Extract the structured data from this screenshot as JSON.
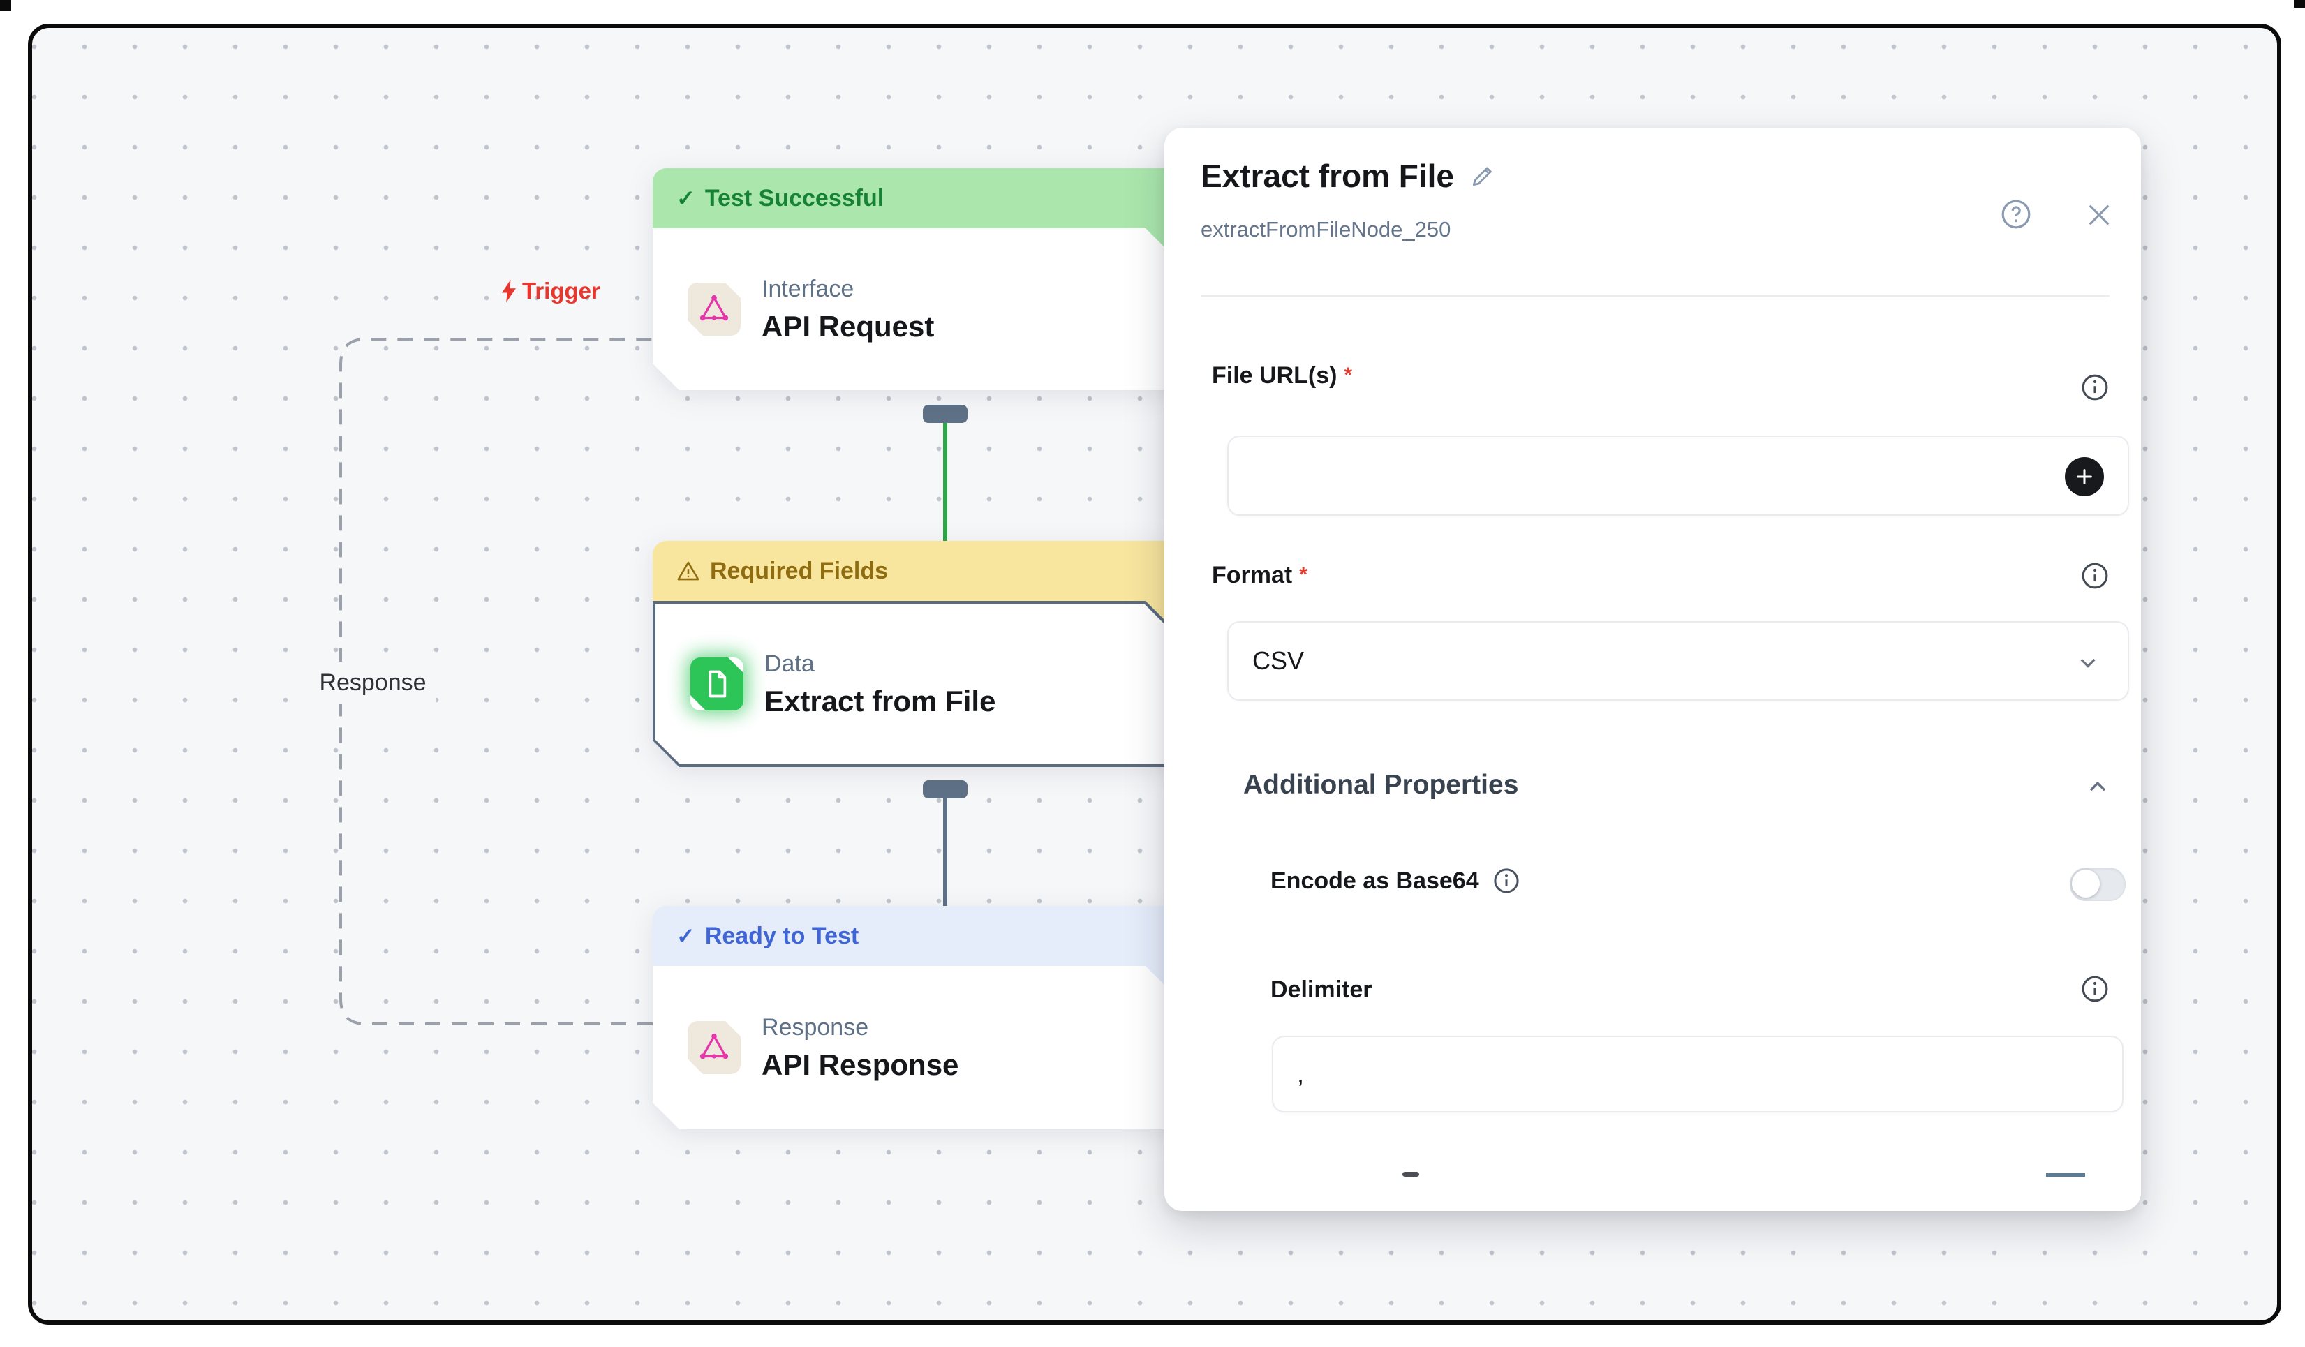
{
  "canvas": {
    "trigger_label": "Trigger",
    "response_label": "Response",
    "check_glyph": "✓",
    "nodes": [
      {
        "status": "Test Successful",
        "category": "Interface",
        "title": "API Request",
        "icon": "graphql-icon"
      },
      {
        "status": "Required Fields",
        "category": "Data",
        "title": "Extract from File",
        "icon": "document-icon"
      },
      {
        "status": "Ready to Test",
        "category": "Response",
        "title": "API Response",
        "icon": "graphql-icon"
      }
    ]
  },
  "panel": {
    "title": "Extract from File",
    "node_id": "extractFromFileNode_250",
    "required_marker": "*",
    "help_glyph": "?",
    "fields": {
      "file_urls": {
        "label": "File URL(s)",
        "required": true,
        "value": ""
      },
      "format": {
        "label": "Format",
        "required": true,
        "value": "CSV"
      },
      "additional_properties": {
        "label": "Additional Properties",
        "expanded": true,
        "encode_base64": {
          "label": "Encode as Base64",
          "enabled": false
        },
        "delimiter": {
          "label": "Delimiter",
          "value": ","
        }
      }
    }
  },
  "colors": {
    "canvas_bg": "#f6f7f9",
    "dot_color": "#bfc5cd",
    "n1_header_bg": "#abe7ad",
    "n1_header_text": "#168234",
    "n2_header_bg": "#f8e59e",
    "n2_header_text": "#8f6c10",
    "n3_header_bg": "#e5ecfa",
    "n3_header_text": "#3f66d4",
    "selected_border": "#5b6b80",
    "connector": "#5f7186",
    "line_green": "#2fa649",
    "line_slate": "#5f7186",
    "dash_gray": "#9aa1ab",
    "trigger_red": "#e8372e",
    "graphql_pink": "#e535ab",
    "doc_green": "#2ec558",
    "icon_beige": "#efe8dd",
    "text_dark": "#15171b",
    "text_category": "#5f7186",
    "text_secondary": "#64748b",
    "muted_icon": "#8a9ab0",
    "info_icon": "#434a54",
    "required_red": "#e23b30",
    "toggle_track": "#e6e9ee"
  }
}
